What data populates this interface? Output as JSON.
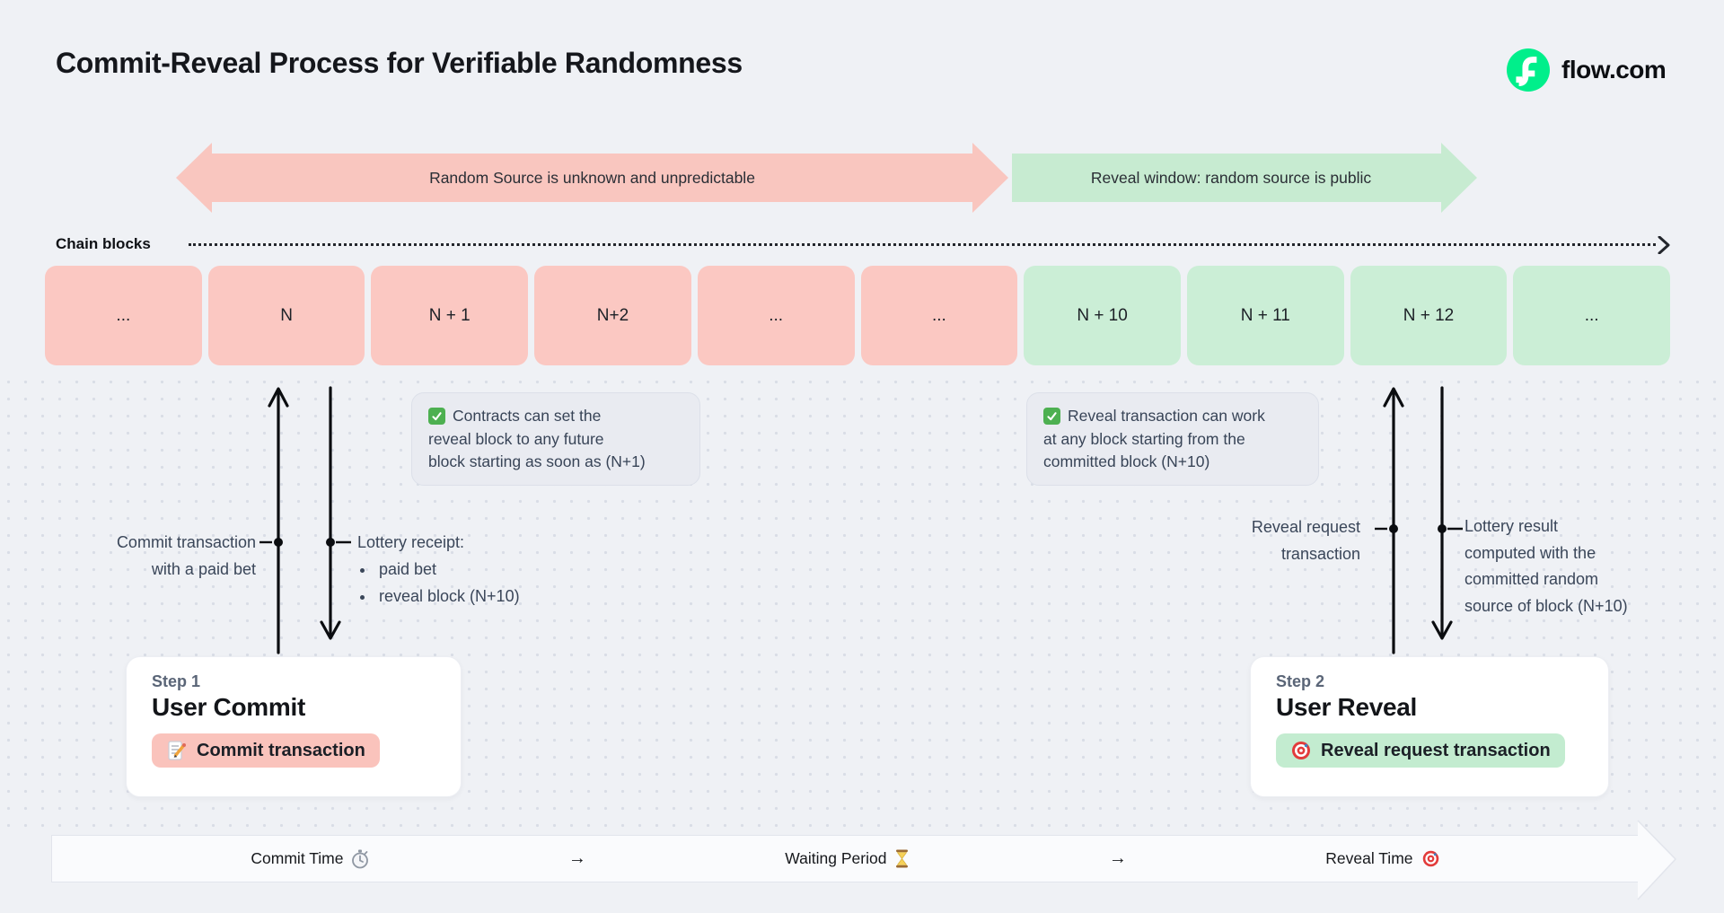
{
  "header": {
    "title": "Commit-Reveal Process for Verifiable Randomness",
    "brand": "flow.com",
    "brand_logo_icon": "flow-logo-icon"
  },
  "colors": {
    "flow_green": "#00ef8b",
    "commit_pink": "#fbc8c2",
    "reveal_green": "#cbeed6",
    "background": "#eff1f5"
  },
  "phases": [
    {
      "label": "Random Source is unknown and unpredictable",
      "color": "#f9c6bf",
      "direction": "double-headed-left-right"
    },
    {
      "label": "Reveal window: random source is public",
      "color": "#c7ebd1",
      "direction": "right"
    }
  ],
  "chain": {
    "label": "Chain blocks",
    "blocks": [
      {
        "label": "...",
        "phase": "commit"
      },
      {
        "label": "N",
        "phase": "commit"
      },
      {
        "label": "N + 1",
        "phase": "commit"
      },
      {
        "label": "N+2",
        "phase": "commit"
      },
      {
        "label": "...",
        "phase": "commit"
      },
      {
        "label": "...",
        "phase": "commit"
      },
      {
        "label": "N + 10",
        "phase": "reveal"
      },
      {
        "label": "N + 11",
        "phase": "reveal"
      },
      {
        "label": "N + 12",
        "phase": "reveal"
      },
      {
        "label": "...",
        "phase": "reveal"
      }
    ]
  },
  "notes": [
    {
      "icon": "check-icon",
      "lines": [
        "Contracts can set the",
        "reveal block to any future",
        "block starting as soon as (N+1)"
      ]
    },
    {
      "icon": "check-icon",
      "lines": [
        "Reveal transaction can work",
        "at any block starting from the",
        "committed block (N+10)"
      ]
    }
  ],
  "annotations": {
    "commit": {
      "lines": [
        "Commit transaction",
        "with a paid bet"
      ]
    },
    "receipt": {
      "heading": "Lottery receipt:",
      "items": [
        "paid bet",
        "reveal block (N+10)"
      ]
    },
    "reveal_request": {
      "lines": [
        "Reveal request",
        "transaction"
      ]
    },
    "lottery_result": {
      "lines": [
        "Lottery result",
        "computed with the",
        "committed random",
        "source of block (N+10)"
      ]
    }
  },
  "steps": [
    {
      "label": "Step 1",
      "title": "User Commit",
      "action": "Commit transaction",
      "icon": "memo-icon",
      "color": "#fac3bc"
    },
    {
      "label": "Step 2",
      "title": "User Reveal",
      "action": "Reveal request transaction",
      "icon": "target-icon",
      "color": "#c3ecd0"
    }
  ],
  "timeline": {
    "items": [
      {
        "label": "Commit Time",
        "icon": "stopwatch-icon"
      },
      {
        "glyph": "→"
      },
      {
        "label": "Waiting Period",
        "icon": "hourglass-icon"
      },
      {
        "glyph": "→"
      },
      {
        "label": "Reveal Time",
        "icon": "target-icon"
      }
    ]
  }
}
